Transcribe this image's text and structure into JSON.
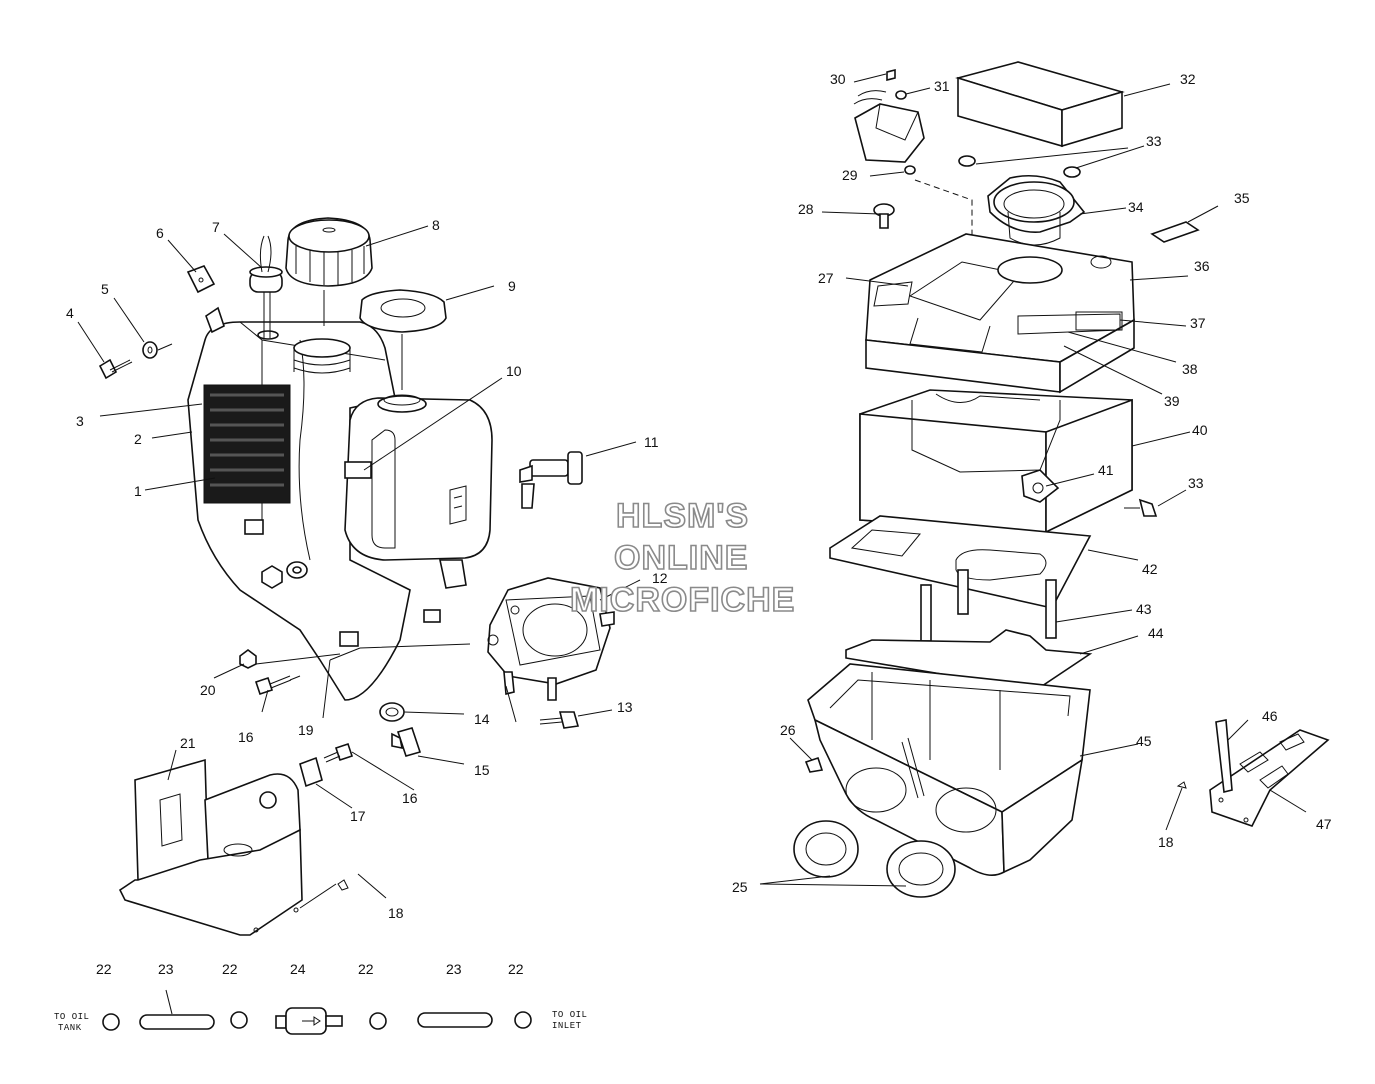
{
  "watermark": {
    "line1": "HLSM'S",
    "line2": "ONLINE",
    "line3": "MICROFICHE"
  },
  "notes": {
    "to_oil_tank": [
      "TO OIL",
      "TANK"
    ],
    "to_oil_inlet": [
      "TO OIL",
      "INLET"
    ]
  },
  "callouts": {
    "c1": "1",
    "c2": "2",
    "c3": "3",
    "c4": "4",
    "c5": "5",
    "c6": "6",
    "c7": "7",
    "c8": "8",
    "c9": "9",
    "c10": "10",
    "c11": "11",
    "c12": "12",
    "c13": "13",
    "c14": "14",
    "c15": "15",
    "c16a": "16",
    "c16b": "16",
    "c17": "17",
    "c18a": "18",
    "c18b": "18",
    "c19": "19",
    "c20": "20",
    "c21": "21",
    "c22a": "22",
    "c22b": "22",
    "c22c": "22",
    "c22d": "22",
    "c23a": "23",
    "c23b": "23",
    "c24": "24",
    "c25": "25",
    "c26": "26",
    "c27": "27",
    "c28": "28",
    "c29": "29",
    "c30": "30",
    "c31": "31",
    "c32": "32",
    "c33a": "33",
    "c33b": "33",
    "c34": "34",
    "c35": "35",
    "c36": "36",
    "c37": "37",
    "c38": "38",
    "c39": "39",
    "c40": "40",
    "c41": "41",
    "c42": "42",
    "c43": "43",
    "c44": "44",
    "c45": "45",
    "c46": "46",
    "c47": "47"
  }
}
